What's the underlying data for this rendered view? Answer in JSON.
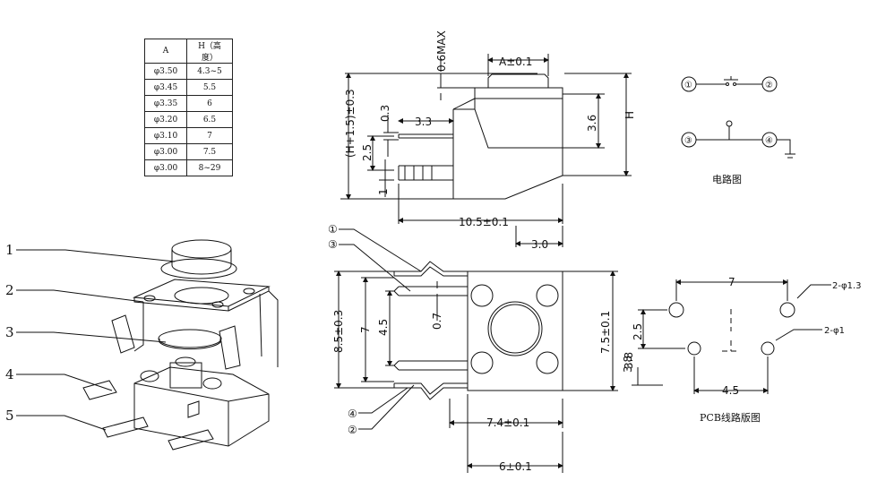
{
  "spec_table": {
    "headers": [
      "A",
      "H（高度）"
    ],
    "rows": [
      [
        "φ3.50",
        "4.3~5"
      ],
      [
        "φ3.45",
        "5.5"
      ],
      [
        "φ3.35",
        "6"
      ],
      [
        "φ3.20",
        "6.5"
      ],
      [
        "φ3.10",
        "7"
      ],
      [
        "φ3.00",
        "7.5"
      ],
      [
        "φ3.00",
        "8~29"
      ]
    ]
  },
  "part_numbers": [
    "1",
    "2",
    "3",
    "4",
    "5"
  ],
  "side_view": {
    "top_max": "0.6MAX",
    "a_tol": "A±0.1",
    "h_total": "(H+1.5)±0.3",
    "d_0_3": "0.3",
    "d_3_3": "3.3",
    "d_3_6": "3.6",
    "h": "H",
    "d_2_5": "2.5",
    "d_1": "1",
    "d_10_5": "10.5±0.1",
    "d_3_0": "3.0"
  },
  "top_view": {
    "c1": "①",
    "c2": "②",
    "c3": "③",
    "c4": "④",
    "d_8_5": "8.5±0.3",
    "d_7": "7",
    "d_4_5": "4.5",
    "d_0_7": "0.7",
    "d_7_5": "7.5±0.1",
    "d_3_8": "3.8",
    "d_7_4": "7.4±0.1",
    "d_6": "6±0.1"
  },
  "circuit": {
    "n1": "①",
    "n2": "②",
    "n3": "③",
    "n4": "④",
    "caption": "电路图"
  },
  "pcb": {
    "d_7": "7",
    "hole_big": "2-φ1.3",
    "d_2_5": "2.5",
    "hole_small": "2-φ1",
    "d_3_8": "3.8",
    "d_4_5": "4.5",
    "caption": "PCB线路版图"
  }
}
